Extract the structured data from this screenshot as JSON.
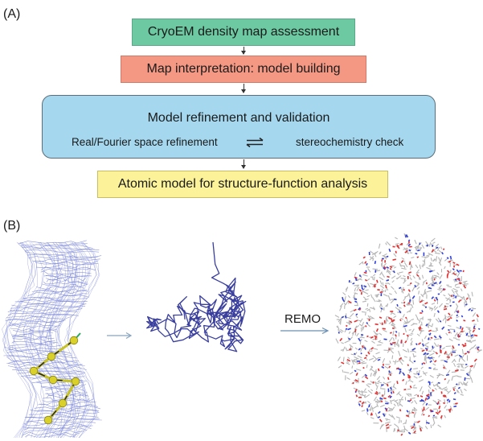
{
  "panel_a": {
    "label": "(A)",
    "box_assess": "CryoEM density map assessment",
    "box_interp": "Map interpretation: model building",
    "box_refine_title": "Model refinement and validation",
    "box_refine_left": "Real/Fourier space refinement",
    "box_refine_right": "stereochemistry check",
    "box_atomic": "Atomic model for structure-function analysis"
  },
  "panel_b": {
    "label": "(B)",
    "arrow_label": "REMO"
  },
  "colors": {
    "assess": "#6cc9a2",
    "interp": "#f49884",
    "refine": "#a5d8ee",
    "atomic": "#fbf29a",
    "mesh": "#7a86d6",
    "trace": "#3a3f9e",
    "carbon": "#b5b5b5",
    "oxygen": "#e53030",
    "nitrogen": "#3040d8"
  }
}
